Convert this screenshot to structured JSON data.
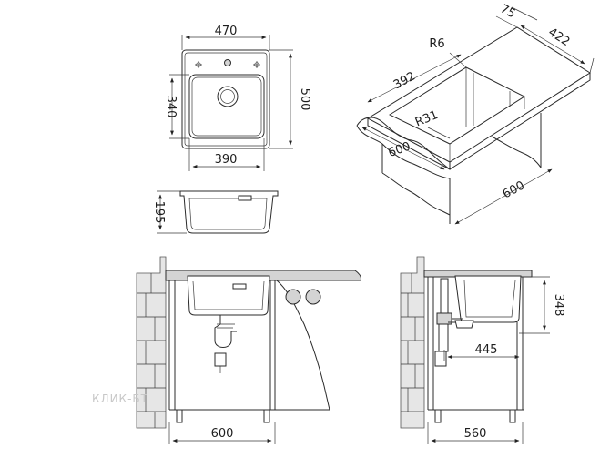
{
  "top_view": {
    "width_outer": "470",
    "height_outer": "500",
    "bowl_height": "340",
    "bowl_width": "390"
  },
  "section_view": {
    "depth": "195"
  },
  "iso_view": {
    "dim_75": "75",
    "dim_422": "422",
    "dim_r6": "R6",
    "dim_392": "392",
    "dim_r31": "R31",
    "dim_600_top": "600",
    "dim_600_side": "600"
  },
  "front_install": {
    "cabinet_width": "600"
  },
  "side_install": {
    "cabinet_depth": "560",
    "drain_offset": "445",
    "drain_height": "348"
  },
  "watermark": "КЛИК-БТ"
}
